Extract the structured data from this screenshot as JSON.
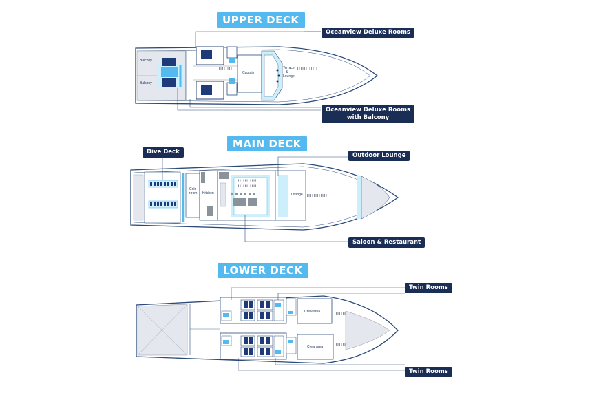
{
  "colors": {
    "navy": "#1a2e55",
    "hull_outline": "#2b4a7a",
    "accent_blue": "#53b9ee",
    "water_light": "#cdeefb",
    "deck_grey": "#e4e8ee",
    "bed_navy": "#1e3a78",
    "wall_grey": "#8a929c"
  },
  "upper_deck": {
    "title": "UPPER DECK",
    "callout_top": "Oceanview Deluxe Rooms",
    "callout_bottom_line1": "Oceanview Deluxe Rooms",
    "callout_bottom_line2": "with Balcony",
    "labels": {
      "balcony_top": "Balcony",
      "balcony_bottom": "Balcony",
      "captain": "Captain",
      "terrace_1": "Terrace",
      "terrace_2": "&",
      "terrace_3": "Lounge"
    }
  },
  "main_deck": {
    "title": "MAIN DECK",
    "callout_dive": "Dive Deck",
    "callout_lounge": "Outdoor Lounge",
    "callout_saloon": "Saloon & Restaurant",
    "labels": {
      "cold_room_1": "Cold",
      "cold_room_2": "room",
      "kitchen": "Kitchen",
      "lounge": "Lounge"
    }
  },
  "lower_deck": {
    "title": "LOWER DECK",
    "callout_top": "Twin Rooms",
    "callout_bottom": "Twin Rooms",
    "labels": {
      "crew_area_top": "Crew area",
      "crew_area_bottom": "Crew area"
    }
  }
}
